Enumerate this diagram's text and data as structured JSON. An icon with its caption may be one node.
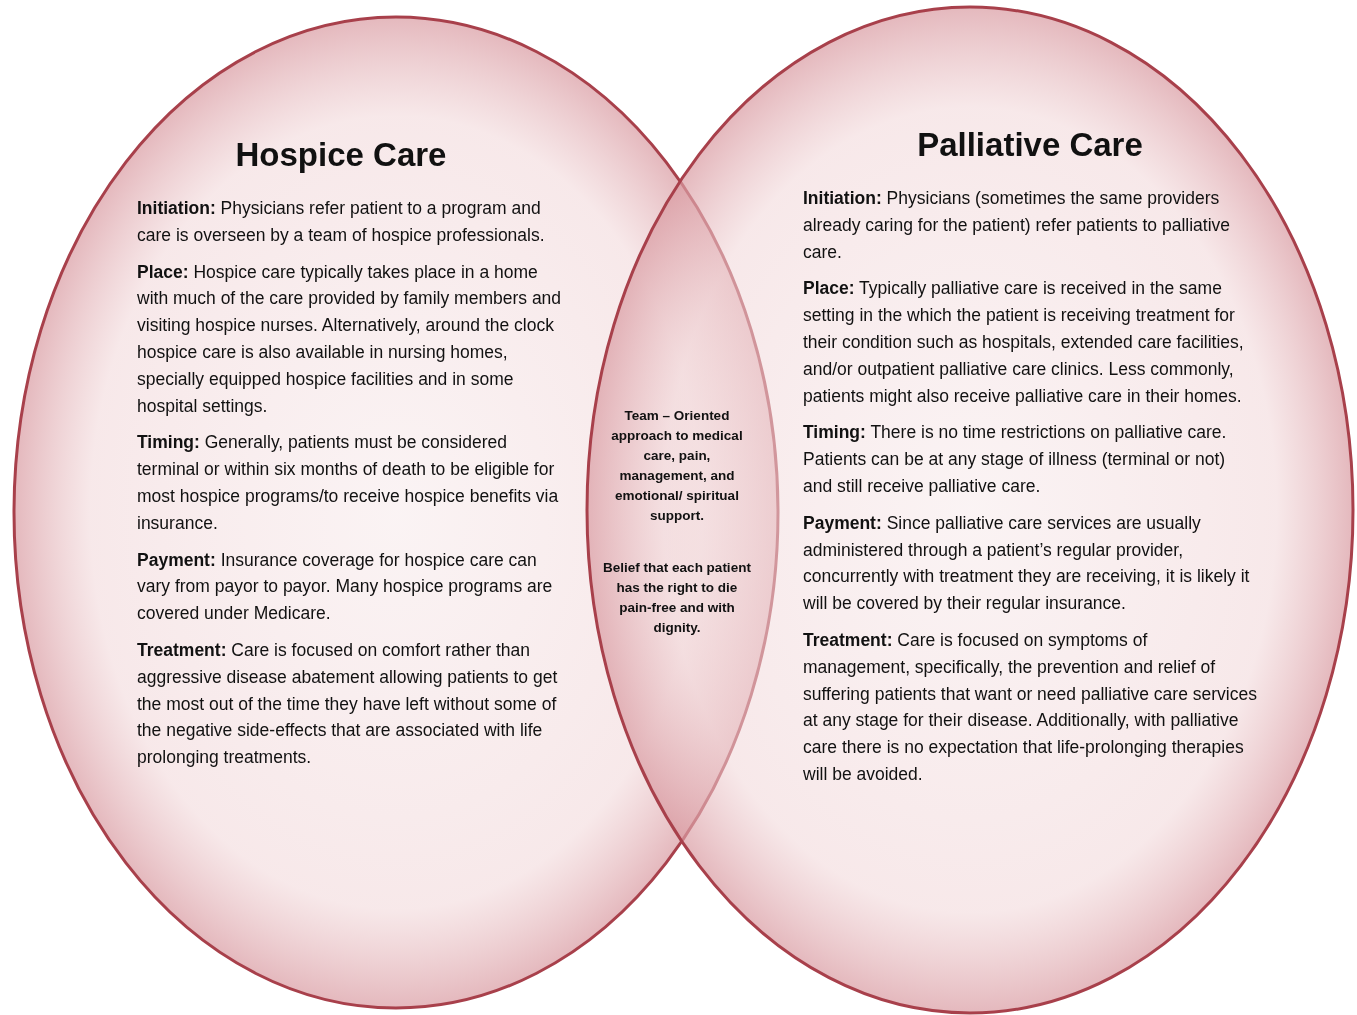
{
  "diagram": {
    "nodes": [
      {
        "text": [
          "Hospice Care",
          "**Initiation:** Physicians refer patient to a program and care is overseen by a team of hospice professionals.",
          "**Place:** Hospice care typically takes place in a home with much of the care provided by family members and visiting hospice nurses. Alternatively, around the clock hospice care is also available in nursing homes, specially equipped hospice facilities and in some hospital settings.",
          "**Timing:** Generally, patients must be considered terminal or within six months of death to be eligible for most hospice programs/to receive hospice benefits via insurance.",
          "**Payment:** Insurance coverage for hospice care can vary from payor to payor. Many hospice programs are covered under Medicare.",
          "**Treatment:** Care is focused on comfort rather than aggressive disease abatement allowing patients to get the most out of the time they have left without some of the negative side-effects that are associated with life prolonging treatments."
        ]
      },
      {
        "text": [
          "Palliative Care",
          "**Initiation:** Physicians (sometimes the same providers already caring for the patient) refer patients to palliative care.",
          "**Place:** Typically palliative care is received in the same setting in the which the patient is receiving treatment for their condition such as hospitals, extended care facilities, and/or outpatient palliative care clinics. Less commonly, patients might also receive palliative care in their homes.",
          "**Timing:** There is no time restrictions on palliative care. Patients can be at any stage of illness (terminal or not) and still receive palliative care.",
          "**Payment:** Since palliative care services are usually administered through a patient’s regular provider, concurrently with treatment they are receiving, it is likely it will be covered by their regular insurance.",
          "**Treatment:** Care is focused on symptoms of management, specifically, the prevention and relief of suffering patients that want or need palliative care services at any stage for their disease. Additionally, with palliative care there is no expectation that life-prolonging therapies will be avoided."
        ]
      }
    ],
    "labels": [
      "Team – Oriented approach to medical care, pain, management, and emotional/ spiritual support.",
      "Belief that each patient has the right to die pain-free and with dignity."
    ]
  }
}
